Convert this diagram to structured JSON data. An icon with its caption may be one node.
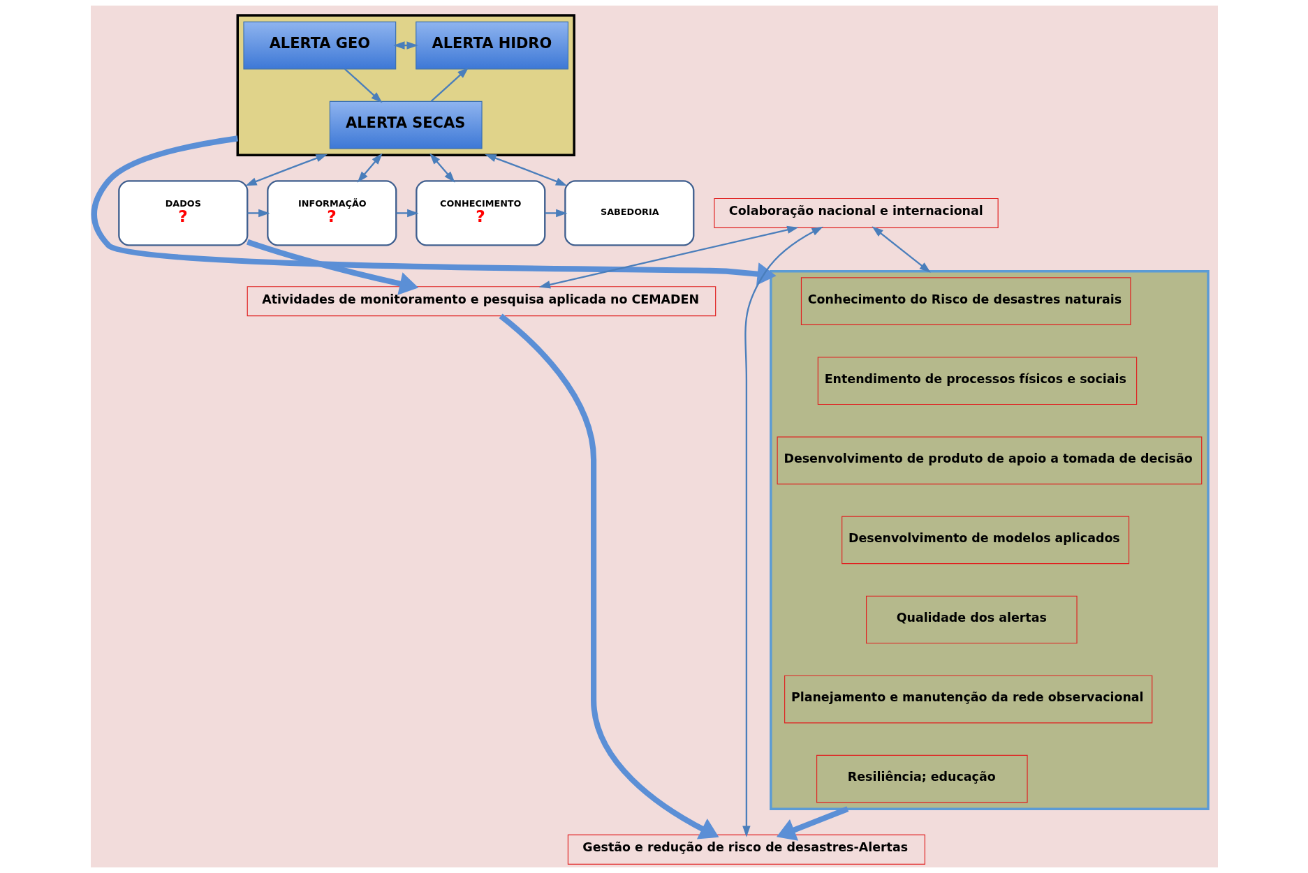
{
  "diagram": {
    "nodes": [
      {
        "text": [],
        "shape": "box"
      },
      {
        "text": [
          "ALERTA GEO"
        ],
        "in": 0
      },
      {
        "text": [
          "ALERTA HIDRO"
        ],
        "in": 0
      },
      {
        "text": [
          "ALERTA SECAS"
        ],
        "in": 0
      },
      {
        "text": [],
        "shape": "box"
      },
      {
        "text": [
          "Conhecimento do Risco de desastres naturais"
        ],
        "in": 4
      },
      {
        "text": [
          "Entendimento de processos físicos e sociais"
        ],
        "in": 4
      },
      {
        "text": [
          "Desenvolvimento de produto de apoio a tomada de decisão"
        ],
        "in": 4
      },
      {
        "text": [
          "Desenvolvimento de modelos aplicados"
        ],
        "in": 4
      },
      {
        "text": [
          "Qualidade dos alertas"
        ],
        "in": 4
      },
      {
        "text": [
          "Planejamento e manutenção da rede observacional"
        ],
        "in": 4
      },
      {
        "text": [
          "Resiliência; educação"
        ],
        "in": 4
      },
      {
        "text": [
          "DADOS",
          "?"
        ]
      },
      {
        "text": [
          "INFORMAÇÃO",
          "?"
        ]
      },
      {
        "text": [
          "CONHECIMENTO",
          "?"
        ]
      },
      {
        "text": [
          "SABEDORIA"
        ]
      },
      {
        "text": [
          "Colaboração nacional e internacional"
        ]
      },
      {
        "text": [
          "Atividades de monitoramento e pesquisa aplicada no CEMADEN"
        ]
      },
      {
        "text": [
          "Gestão e redução de risco de desastres-Alertas"
        ]
      }
    ],
    "edges": [
      {
        "from": 1,
        "to": 2,
        "arrow": "both"
      },
      {
        "from": 1,
        "to": 3,
        "arrow": "to"
      },
      {
        "from": 3,
        "to": 2,
        "arrow": "to"
      },
      {
        "from": 0,
        "to": 4,
        "arrow": "to",
        "style": "thick"
      },
      {
        "from": 0,
        "to": 12,
        "arrow": "both"
      },
      {
        "from": 0,
        "to": 13,
        "arrow": "both"
      },
      {
        "from": 0,
        "to": 14,
        "arrow": "both"
      },
      {
        "from": 0,
        "to": 15,
        "arrow": "both"
      },
      {
        "from": 12,
        "to": 13,
        "arrow": "to"
      },
      {
        "from": 13,
        "to": 14,
        "arrow": "to"
      },
      {
        "from": 14,
        "to": 15,
        "arrow": "to"
      },
      {
        "from": 12,
        "to": 17,
        "arrow": "to",
        "style": "thick"
      },
      {
        "from": 16,
        "to": 4,
        "arrow": "both"
      },
      {
        "from": 16,
        "to": 17,
        "arrow": "both"
      },
      {
        "from": 16,
        "to": 18,
        "arrow": "both"
      },
      {
        "from": 4,
        "to": 18,
        "arrow": "to",
        "style": "thick"
      },
      {
        "from": 17,
        "to": 18,
        "arrow": "to",
        "style": "thick"
      }
    ]
  }
}
